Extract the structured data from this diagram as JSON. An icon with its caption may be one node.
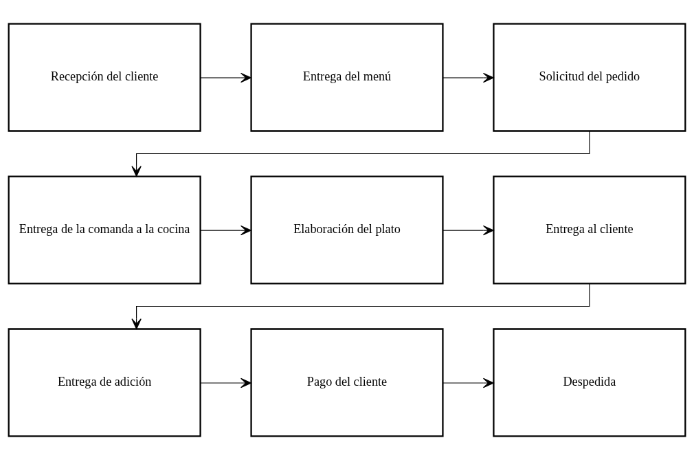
{
  "diagram": {
    "nodes": [
      {
        "text": [
          "Recepción del cliente"
        ]
      },
      {
        "text": [
          "Entrega del menú"
        ]
      },
      {
        "text": [
          "Solicitud del pedido"
        ]
      },
      {
        "text": [
          "Entrega de la comanda a la cocina"
        ]
      },
      {
        "text": [
          "Elaboración del plato"
        ]
      },
      {
        "text": [
          "Entrega al cliente"
        ]
      },
      {
        "text": [
          "Entrega de adición"
        ]
      },
      {
        "text": [
          "Pago del cliente"
        ]
      },
      {
        "text": [
          "Despedida"
        ]
      }
    ],
    "edges": [
      {
        "from": 0,
        "to": 1,
        "arrow": "to"
      },
      {
        "from": 1,
        "to": 2,
        "arrow": "to"
      },
      {
        "from": 2,
        "to": 3,
        "arrow": "to"
      },
      {
        "from": 3,
        "to": 4,
        "arrow": "to"
      },
      {
        "from": 4,
        "to": 5,
        "arrow": "to"
      },
      {
        "from": 5,
        "to": 6,
        "arrow": "to"
      },
      {
        "from": 6,
        "to": 7,
        "arrow": "to"
      },
      {
        "from": 7,
        "to": 8,
        "arrow": "to"
      }
    ]
  }
}
